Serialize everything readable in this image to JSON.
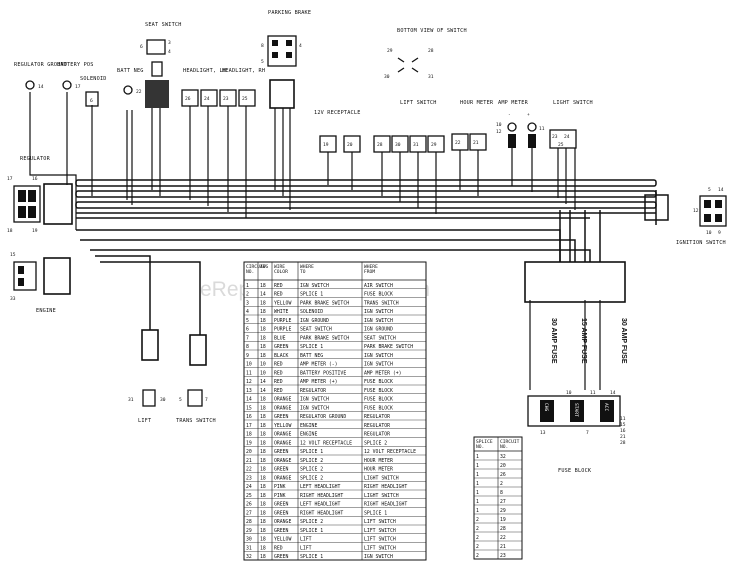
{
  "watermark": "eReplacementParts.com",
  "labels": {
    "regulator_ground": "REGULATOR GROUND",
    "battery_pos": "BATTERY POS",
    "solenoid": "SOLENOID",
    "batt_neg": "BATT NEG",
    "seat_switch": "SEAT SWITCH",
    "parking_brake": "PARKING BRAKE",
    "headlight_lh": "HEADLIGHT, LH",
    "headlight_rh": "HEADLIGHT, RH",
    "bottom_view": "BOTTOM VIEW OF SWITCH",
    "receptacle": "12V RECEPTACLE",
    "lift_switch": "LIFT SWITCH",
    "hour_meter": "HOUR METER",
    "amp_meter": "AMP METER",
    "light_switch": "LIGHT SWITCH",
    "regulator": "REGULATOR",
    "engine": "ENGINE",
    "ignition_switch": "IGNITION SWITCH",
    "lift": "LIFT",
    "trans_switch": "TRANS SWITCH",
    "fuse_block": "FUSE BLOCK",
    "fuse_30a_left": "30 AMP FUSE",
    "fuse_15a": "15 AMP FUSE",
    "fuse_30a_right": "30 AMP FUSE",
    "minus": "-",
    "plus": "+"
  },
  "connector_numbers": {
    "reg_ground": "14",
    "batt_pos": "17",
    "solenoid": "6",
    "batt_neg": "22",
    "seat_top": "6",
    "seat_r1": "3",
    "seat_r2": "4",
    "hl_lh_1": "26",
    "hl_lh_2": "24",
    "hl_rh_1": "23",
    "hl_rh_2": "25",
    "pb_left": "8",
    "pb_right": "4",
    "pb_bottom": "5",
    "bv_29": "29",
    "bv_28": "28",
    "bv_30": "30",
    "bv_31": "31",
    "rec_1": "19",
    "rec_2": "20",
    "lift_1": "28",
    "lift_2": "30",
    "lift_3": "31",
    "lift_4": "29",
    "hour_1": "22",
    "hour_2": "21",
    "amp_1": "10",
    "amp_2": "12",
    "amp_3": "11",
    "light_1": "23",
    "light_2": "24",
    "light_3": "25",
    "reg_left": "17",
    "reg_l2": "16",
    "reg_l3": "18",
    "reg_l4": "19",
    "eng_top": "15",
    "eng_bottom": "33",
    "ign_1": "5",
    "ign_2": "14",
    "ign_3": "12",
    "ign_4": "10",
    "ign_5": "9",
    "lift_conn_a": "31",
    "lift_conn_b": "30",
    "trans_a": "5",
    "trans_b": "7",
    "fuse_10": "10",
    "fuse_11": "11",
    "fuse_14": "14",
    "fuse_13": "13",
    "fuse_7": "7",
    "fuse_11b": "11",
    "fuse_15": "15",
    "fuse_16": "16",
    "fuse_21": "21",
    "fuse_28": "28",
    "fuse_slot_1": "CHG",
    "fuse_slot_2": "START",
    "fuse_slot_3": "ACC"
  },
  "wire_table": {
    "headers": [
      "CIRCUIT NO.",
      "AWG",
      "WIRE COLOR",
      "WHERE TO",
      "WHERE FROM"
    ],
    "rows": [
      [
        "1",
        "18",
        "RED",
        "IGN SWITCH",
        "AIR SWITCH"
      ],
      [
        "2",
        "14",
        "RED",
        "SPLICE 1",
        "FUSE BLOCK"
      ],
      [
        "3",
        "18",
        "YELLOW",
        "PARK BRAKE SWITCH",
        "TRANS SWITCH"
      ],
      [
        "4",
        "18",
        "WHITE",
        "SOLENOID",
        "IGN SWITCH"
      ],
      [
        "5",
        "18",
        "PURPLE",
        "IGN GROUND",
        "IGN SWITCH"
      ],
      [
        "6",
        "18",
        "PURPLE",
        "SEAT SWITCH",
        "IGN GROUND"
      ],
      [
        "7",
        "18",
        "BLUE",
        "PARK BRAKE SWITCH",
        "SEAT SWITCH"
      ],
      [
        "8",
        "18",
        "GREEN",
        "SPLICE 1",
        "PARK BRAKE SWITCH"
      ],
      [
        "9",
        "18",
        "BLACK",
        "BATT NEG",
        "IGN SWITCH"
      ],
      [
        "10",
        "10",
        "RED",
        "AMP METER (-)",
        "IGN SWITCH"
      ],
      [
        "11",
        "10",
        "RED",
        "BATTERY POSITIVE",
        "AMP METER (+)"
      ],
      [
        "12",
        "14",
        "RED",
        "AMP METER (+)",
        "FUSE BLOCK"
      ],
      [
        "13",
        "14",
        "RED",
        "REGULATOR",
        "FUSE BLOCK"
      ],
      [
        "14",
        "18",
        "ORANGE",
        "IGN SWITCH",
        "FUSE BLOCK"
      ],
      [
        "15",
        "18",
        "ORANGE",
        "IGN SWITCH",
        "FUSE BLOCK"
      ],
      [
        "16",
        "18",
        "GREEN",
        "REGULATOR GROUND",
        "REGULATOR"
      ],
      [
        "17",
        "18",
        "YELLOW",
        "ENGINE",
        "REGULATOR"
      ],
      [
        "18",
        "18",
        "ORANGE",
        "ENGINE",
        "REGULATOR"
      ],
      [
        "19",
        "18",
        "ORANGE",
        "12 VOLT RECEPTACLE",
        "SPLICE 2"
      ],
      [
        "20",
        "18",
        "GREEN",
        "SPLICE 1",
        "12 VOLT RECEPTACLE"
      ],
      [
        "21",
        "18",
        "ORANGE",
        "SPLICE 2",
        "HOUR METER"
      ],
      [
        "22",
        "18",
        "GREEN",
        "SPLICE 2",
        "HOUR METER"
      ],
      [
        "23",
        "18",
        "ORANGE",
        "SPLICE 2",
        "LIGHT SWITCH"
      ],
      [
        "24",
        "18",
        "PINK",
        "LEFT HEADLIGHT",
        "RIGHT HEADLIGHT"
      ],
      [
        "25",
        "18",
        "PINK",
        "RIGHT HEADLIGHT",
        "LIGHT SWITCH"
      ],
      [
        "26",
        "18",
        "GREEN",
        "LEFT HEADLIGHT",
        "RIGHT HEADLIGHT"
      ],
      [
        "27",
        "18",
        "GREEN",
        "RIGHT HEADLIGHT",
        "SPLICE 1"
      ],
      [
        "28",
        "18",
        "ORANGE",
        "SPLICE 2",
        "LIFT SWITCH"
      ],
      [
        "29",
        "18",
        "GREEN",
        "SPLICE 1",
        "LIFT SWITCH"
      ],
      [
        "30",
        "18",
        "YELLOW",
        "LIFT",
        "LIFT SWITCH"
      ],
      [
        "31",
        "18",
        "RED",
        "LIFT",
        "LIFT SWITCH"
      ],
      [
        "32",
        "18",
        "GREEN",
        "SPLICE 1",
        "IGN SWITCH"
      ]
    ]
  },
  "splice_table": {
    "headers": [
      "SPLICE NO.",
      "CIRCUIT NO."
    ],
    "rows": [
      [
        "1",
        "32"
      ],
      [
        "1",
        "20"
      ],
      [
        "1",
        "26"
      ],
      [
        "1",
        "2"
      ],
      [
        "1",
        "8"
      ],
      [
        "1",
        "27"
      ],
      [
        "1",
        "29"
      ],
      [
        "2",
        "19"
      ],
      [
        "2",
        "28"
      ],
      [
        "2",
        "22"
      ],
      [
        "2",
        "21"
      ],
      [
        "2",
        "23"
      ]
    ]
  }
}
